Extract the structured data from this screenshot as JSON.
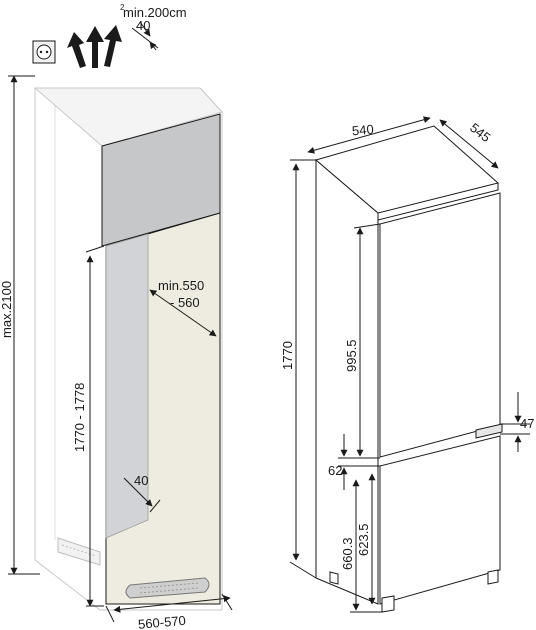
{
  "labels": {
    "vent_area": "min.200cm",
    "vent_area_sup": "2",
    "top_gap": "40",
    "max_height": "max.2100",
    "niche_depth_1": "min.550",
    "niche_depth_2": "- 560",
    "niche_height": "1770 - 1778",
    "side_gap": "40",
    "niche_width": "560-570",
    "fridge_width": "540",
    "fridge_depth": "545",
    "fridge_height": "1770",
    "upper_door": "995.5",
    "hinge_offset": "47",
    "door_gap": "62",
    "lower_door_1": "660.3",
    "lower_door_2": "623.5"
  },
  "colors": {
    "line": "#1a1a1a",
    "cabinet_top": "#c6c7c9",
    "niche_inner": "#d2d3d6",
    "niche_back": "#e9e8df",
    "niche_fill": "#eeece0"
  }
}
